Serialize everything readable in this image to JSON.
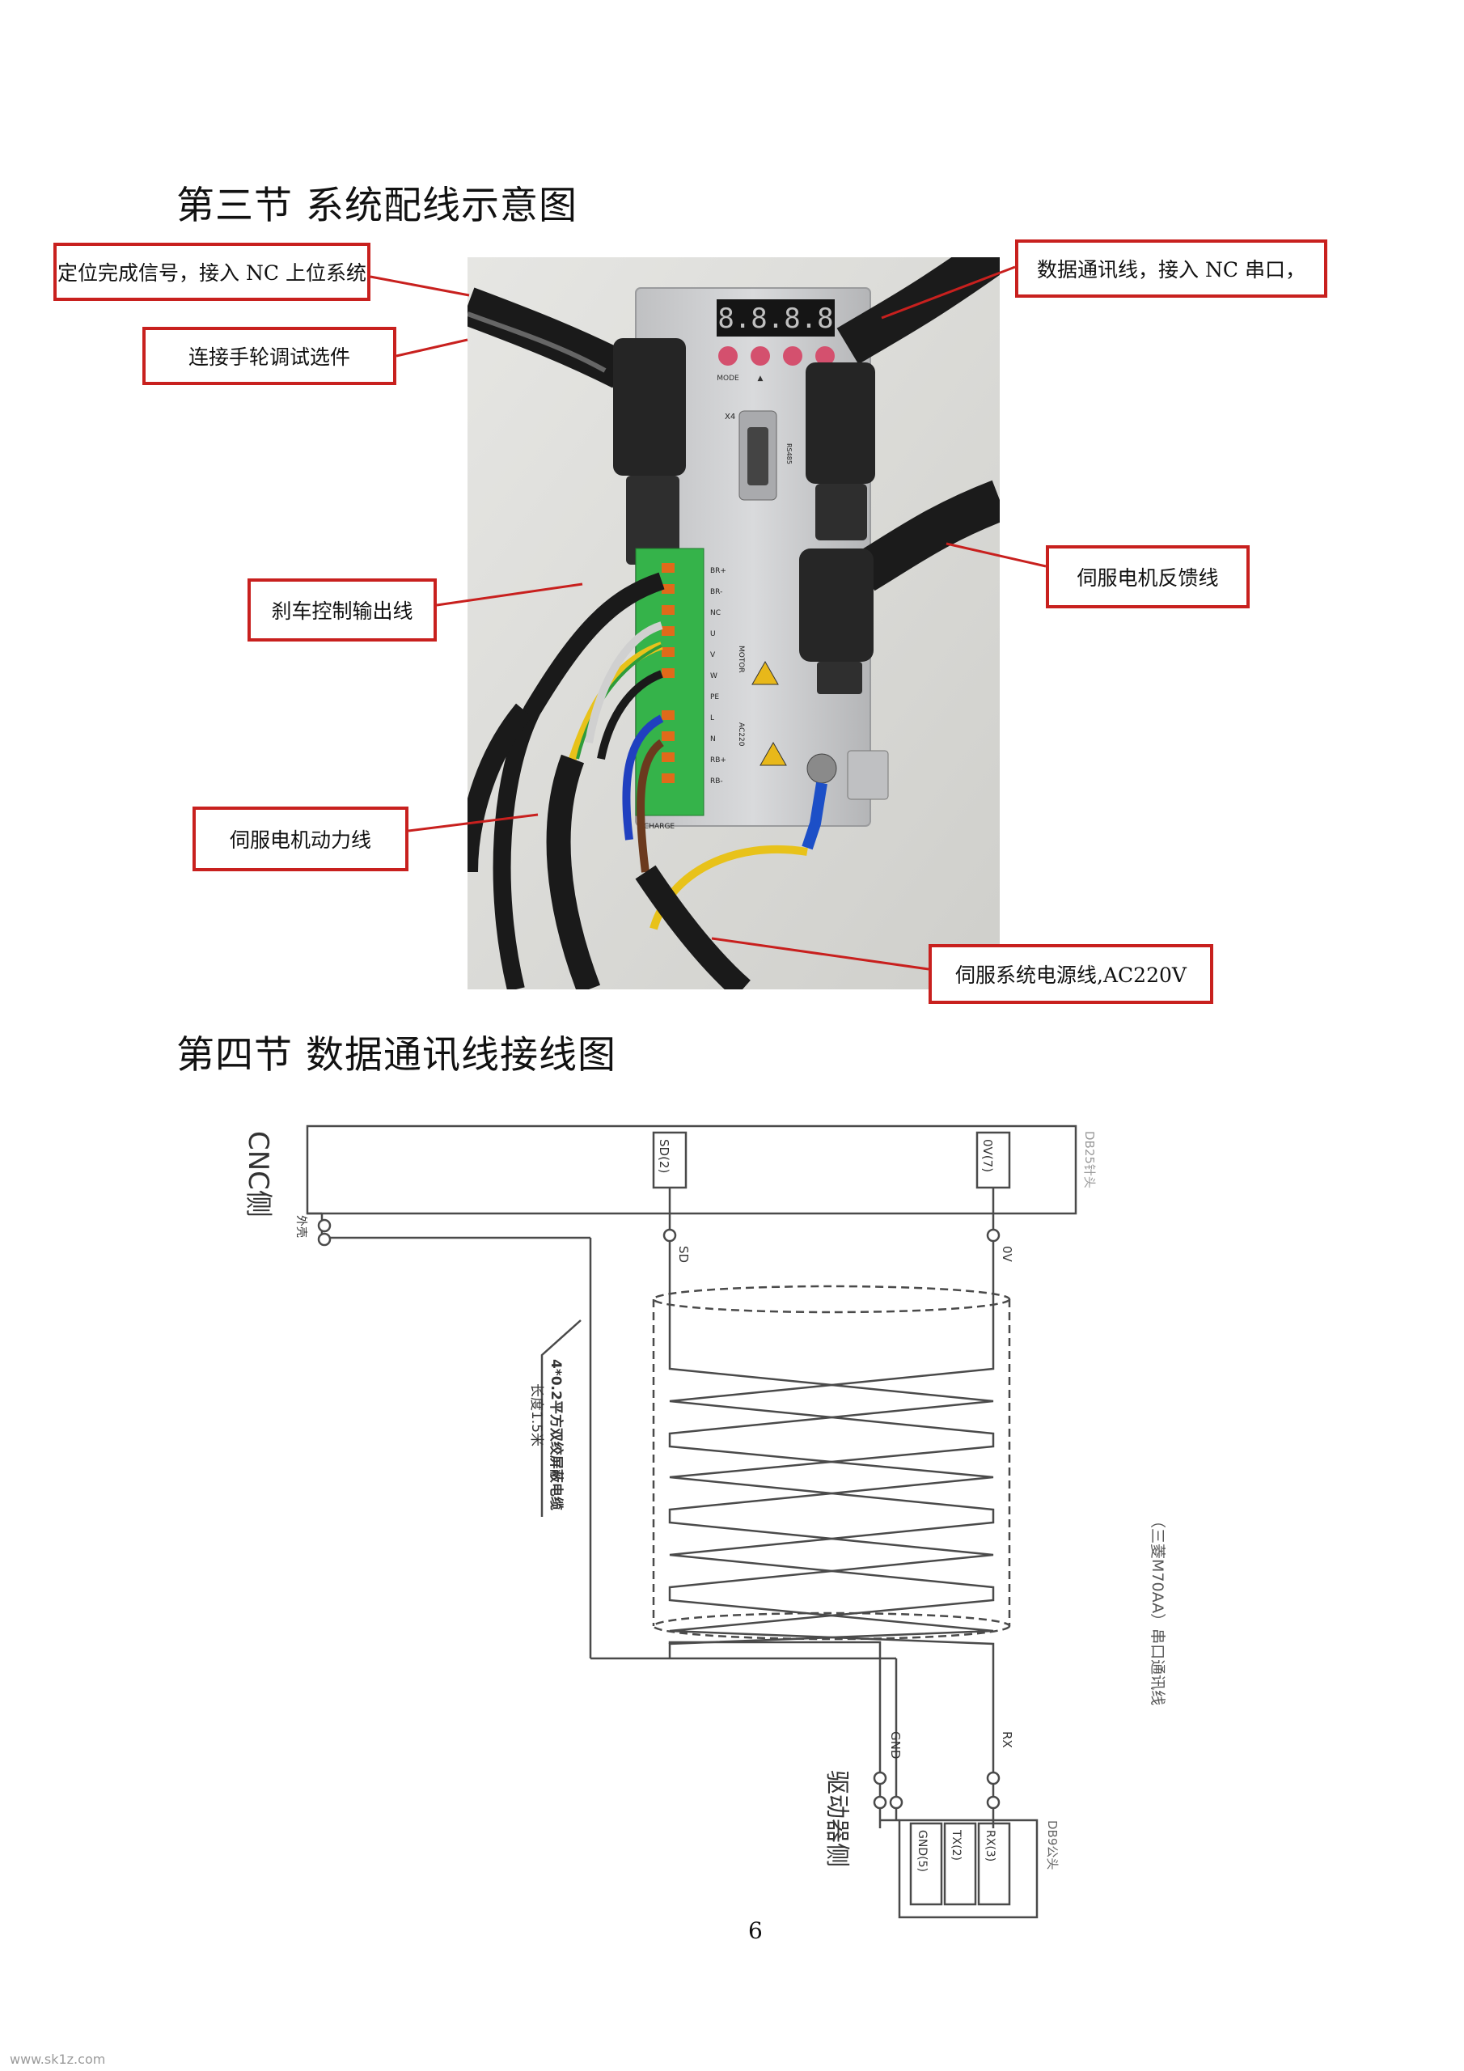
{
  "section3": {
    "heading": "第三节  系统配线示意图",
    "callouts": {
      "position_signal": "定位完成信号，接入 NC 上位系统",
      "handwheel": "连接手轮调试选件",
      "data_cable": "数据通讯线，接入 NC 串口，",
      "feedback": "伺服电机反馈线",
      "brake": "刹车控制输出线",
      "power_cable": "伺服电机动力线",
      "supply": "伺服系统电源线,AC220V"
    },
    "photo_labels": {
      "display": "8.8.8.8",
      "mode": "MODE",
      "up": "▲",
      "x4": "X4",
      "rs485": "RS485",
      "br_plus": "BR+",
      "br_minus": "BR-",
      "nc": "NC",
      "u": "U",
      "v": "V",
      "w": "W",
      "pe": "PE",
      "motor": "MOTOR",
      "l": "L",
      "n": "N",
      "ac220": "AC220",
      "rb_plus": "RB+",
      "rb_minus": "RB-",
      "charge": "CHARGE"
    }
  },
  "section4": {
    "heading": "第四节  数据通讯线接线图",
    "diagram": {
      "cnc_side": "CNC侧",
      "db25": "DB25针头",
      "sd2": "SD(2)",
      "ov7": "0V(7)",
      "shell": "外壳",
      "sd": "SD",
      "ov": "0V",
      "cable_spec": "4*0.2平方双绞屏蔽电缆",
      "cable_length": "长度1.5米",
      "mitsubishi_label": "（三菱M70AA）串口通讯线",
      "gnd": "GND",
      "rx": "RX",
      "driver_side": "驱动器侧",
      "gnd5": "GND(5)",
      "tx2": "TX(2)",
      "rx3": "RX(3)",
      "db9": "DB9公头"
    }
  },
  "page_number": "6",
  "watermark": "www.sk1z.com",
  "colors": {
    "callout_border": "#c8201e",
    "terminal_green": "#35b34a"
  }
}
